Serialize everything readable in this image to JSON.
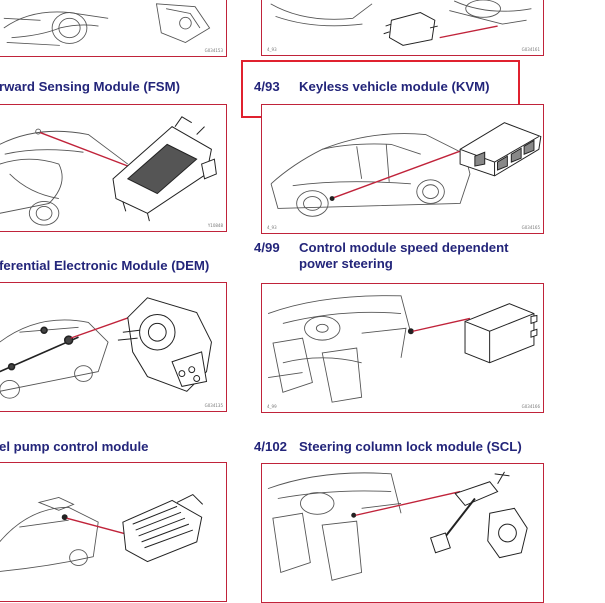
{
  "left": {
    "headings": {
      "fsm": "rward Sensing Module (FSM)",
      "dem": "ferential Electronic Module (DEM)",
      "fuel": "el pump control module"
    },
    "codes": {
      "top": "G034153",
      "fsm": "Y10848",
      "dem": "G034135"
    }
  },
  "right": {
    "kvm": {
      "number": "4/93",
      "title": "Keyless vehicle module (KVM)"
    },
    "steering": {
      "number": "4/99",
      "title_line1": "Control module speed dependent",
      "title_line2": "power steering"
    },
    "scl": {
      "number": "4/102",
      "title": "Steering column lock module (SCL)"
    },
    "codes": {
      "top_left": "4_93",
      "top_right": "G034161",
      "kvm_left": "4_93",
      "kvm_right": "G034165",
      "steering_left": "4_99",
      "steering_right": "G034166"
    }
  },
  "colors": {
    "heading": "#23257a",
    "frame": "#c0233a",
    "highlight": "#e0212f"
  }
}
